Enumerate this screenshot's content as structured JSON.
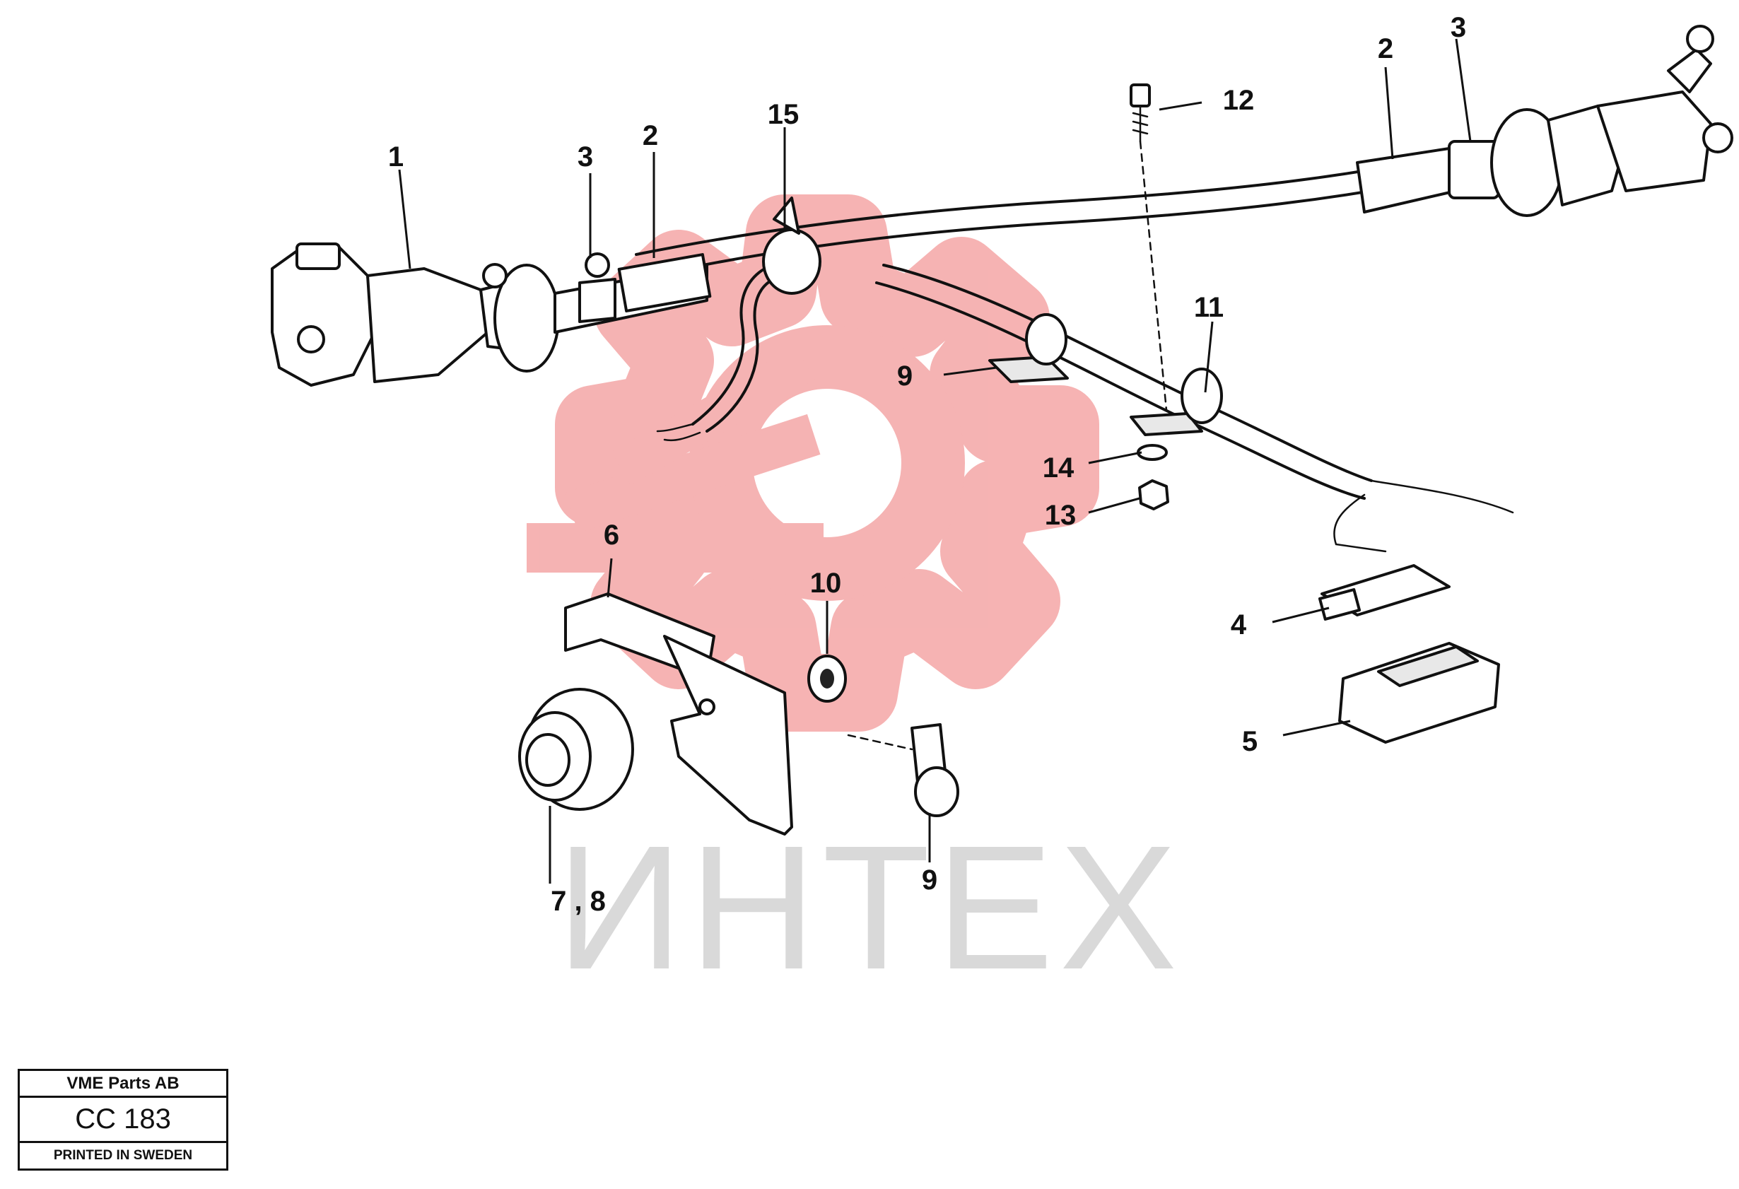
{
  "watermark": {
    "text": "ИНТЕХ",
    "logo_color": "#f4a6a6",
    "text_color": "#d9d9d9"
  },
  "callouts": {
    "c1": "1",
    "c3_left": "3",
    "c2_left": "2",
    "c15": "15",
    "c12": "12",
    "c2_right": "2",
    "c3_right": "3",
    "c11": "11",
    "c9_top": "9",
    "c14": "14",
    "c13": "13",
    "c6": "6",
    "c10": "10",
    "c4": "4",
    "c5": "5",
    "c9_bottom": "9",
    "c78": "7 , 8"
  },
  "title_block": {
    "company": "VME Parts AB",
    "code": "CC 183",
    "printed": "PRINTED IN SWEDEN"
  }
}
